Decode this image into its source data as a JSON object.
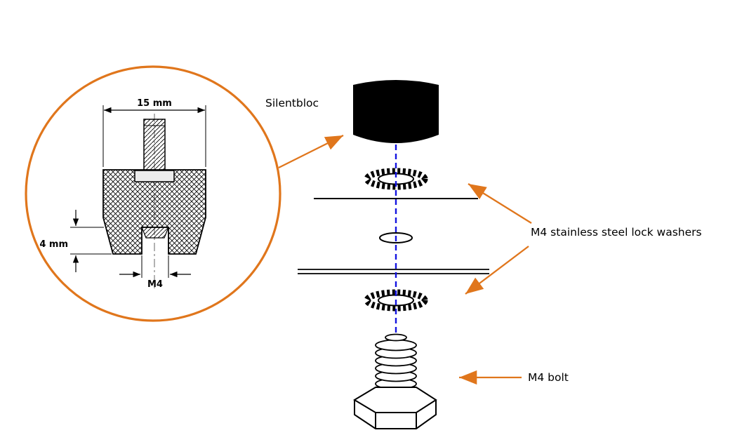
{
  "colors": {
    "accent": "#e0761c",
    "centerline": "#1414e0",
    "ink": "#000000",
    "background": "#ffffff"
  },
  "callout": {
    "dim_width_label": "15 mm",
    "dim_height_label": "4 mm",
    "thread_label": "M4"
  },
  "annotations": {
    "silentbloc_label": "Silentbloc",
    "washers_label": "M4 stainless steel lock washers",
    "bolt_label": "M4 bolt"
  }
}
